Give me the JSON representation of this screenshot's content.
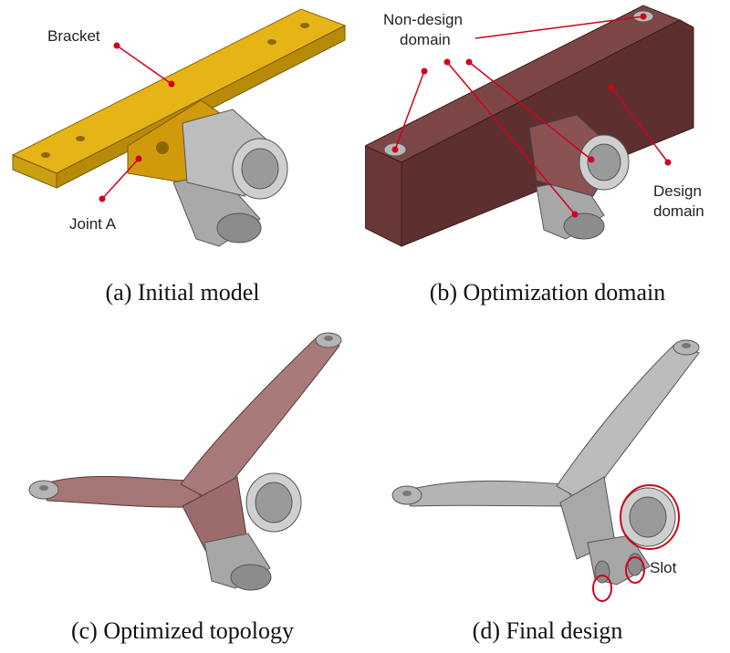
{
  "panels": {
    "a": {
      "caption": "(a) Initial model",
      "labels": {
        "bracket": "Bracket",
        "joint": "Joint A"
      }
    },
    "b": {
      "caption": "(b) Optimization domain",
      "labels": {
        "non_design_1": "Non-design",
        "non_design_2": "domain",
        "design_1": "Design",
        "design_2": "domain"
      }
    },
    "c": {
      "caption": "(c) Optimized topology"
    },
    "d": {
      "caption": "(d) Final design",
      "labels": {
        "slot": "Slot"
      }
    }
  },
  "colors": {
    "bracket": "#d7a20f",
    "design_domain": "#6e3b3b",
    "topology": "#a9797a",
    "metal": "#b9b9b9",
    "callout": "#d0021b"
  }
}
